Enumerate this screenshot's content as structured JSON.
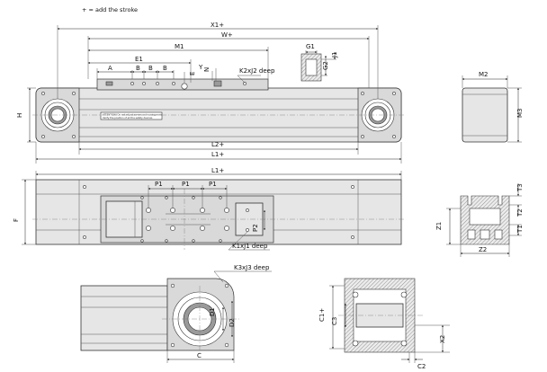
{
  "note": "+ = add the stroke",
  "labels": {
    "x1": "X1+",
    "w": "W+",
    "m1": "M1",
    "e1": "E1",
    "a": "A",
    "b1": "B",
    "b2": "B",
    "b3": "B",
    "e": "E",
    "y": "Y",
    "n": "N",
    "k2j2": "K2xJ2 deep",
    "g1": "G1",
    "g2": "G2",
    "j1": "J1",
    "h": "H",
    "l2": "L2+",
    "l1_top": "L1+",
    "m2": "M2",
    "m3": "M3",
    "l1_mid": "L1+",
    "p1a": "P1",
    "p1b": "P1",
    "p1c": "P1",
    "f": "F",
    "p2": "P2",
    "k1j1": "K1xJ1 deep",
    "t3": "T3",
    "t2": "T2",
    "t1": "T1",
    "z1": "Z1",
    "z2": "Z2",
    "k3j3": "K3xJ3 deep",
    "d1": "D1",
    "d2": "D2",
    "c": "C",
    "c1": "C1+",
    "c3": "C3",
    "x2": "X2",
    "c2": "C2"
  },
  "warning": {
    "line1": "ATTENTION! Do not adjust screws on housing ends",
    "line2": "Verify the position of all the safety devices"
  },
  "colors": {
    "body_fill": "#e6e6e6",
    "line": "#333333"
  }
}
